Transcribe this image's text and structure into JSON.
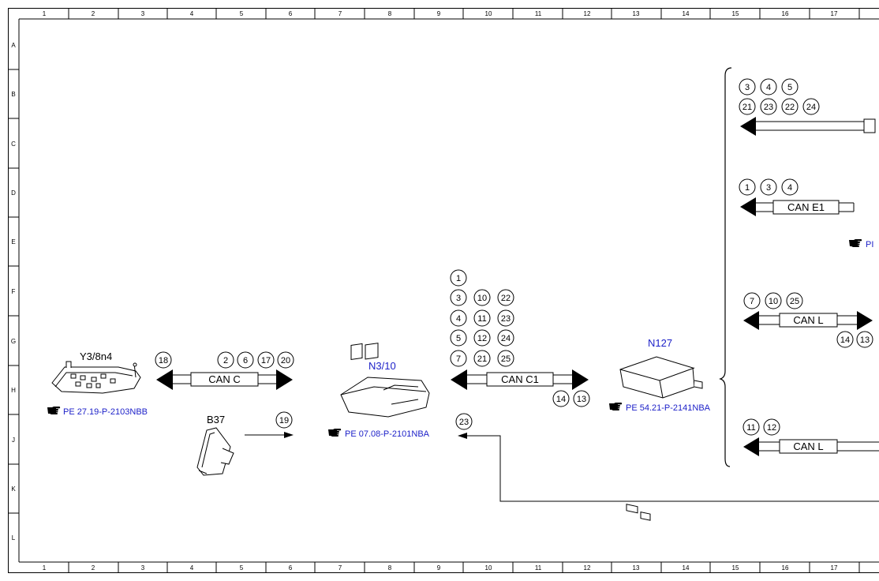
{
  "grid": {
    "columns": [
      "1",
      "2",
      "3",
      "4",
      "5",
      "6",
      "7",
      "8",
      "9",
      "10",
      "11",
      "12",
      "13",
      "14",
      "15",
      "16",
      "17"
    ],
    "rows": [
      "A",
      "B",
      "C",
      "D",
      "E",
      "F",
      "G",
      "H",
      "J",
      "K",
      "L"
    ]
  },
  "components": {
    "y3": {
      "name": "Y3/8n4",
      "ref": "PE 27.19-P-2103NBB"
    },
    "b37": {
      "name": "B37"
    },
    "n3": {
      "name": "N3/10",
      "ref": "PE 07.08-P-2101NBA"
    },
    "n127": {
      "name": "N127",
      "ref": "PE 54.21-P-2141NBA"
    }
  },
  "buses": {
    "can_c": {
      "label": "CAN C",
      "left_markers": [
        "18"
      ],
      "top_markers": [
        "2",
        "6",
        "17",
        "20"
      ]
    },
    "can_c1": {
      "label": "CAN C1",
      "top_markers": [
        "1",
        "3",
        "10",
        "22",
        "4",
        "11",
        "23",
        "5",
        "12",
        "24",
        "7",
        "21",
        "25"
      ],
      "bottom_markers": [
        "14",
        "13"
      ]
    },
    "top_right": {
      "markers": [
        "3",
        "4",
        "5",
        "21",
        "23",
        "22",
        "24"
      ]
    },
    "can_e1": {
      "label": "CAN E1",
      "markers": [
        "1",
        "3",
        "4"
      ],
      "ref_partial": "PI"
    },
    "can_l_upper": {
      "label": "CAN L",
      "markers": [
        "7",
        "10",
        "25"
      ],
      "bottom_markers": [
        "14",
        "13"
      ]
    },
    "can_l_lower": {
      "label": "CAN L",
      "markers": [
        "11",
        "12"
      ]
    }
  },
  "signals": {
    "b37_signal": "19",
    "return_signal": "23"
  },
  "icons": {
    "reference_pointer": "pointing-hand-icon"
  }
}
